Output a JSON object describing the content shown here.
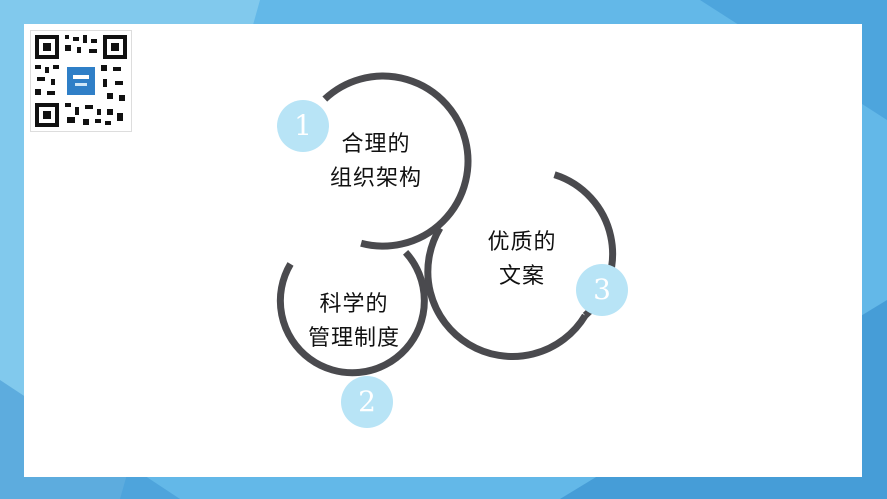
{
  "colors": {
    "frame": "#5fb4e6",
    "ring": "#4a4a4e",
    "badge": "#b8e4f6",
    "badge_text": "#ffffff"
  },
  "qr": {
    "icon": "qr-code-icon"
  },
  "items": [
    {
      "number": "1",
      "line1": "合理的",
      "line2": "组织架构"
    },
    {
      "number": "2",
      "line1": "科学的",
      "line2": "管理制度"
    },
    {
      "number": "3",
      "line1": "优质的",
      "line2": "文案"
    }
  ]
}
